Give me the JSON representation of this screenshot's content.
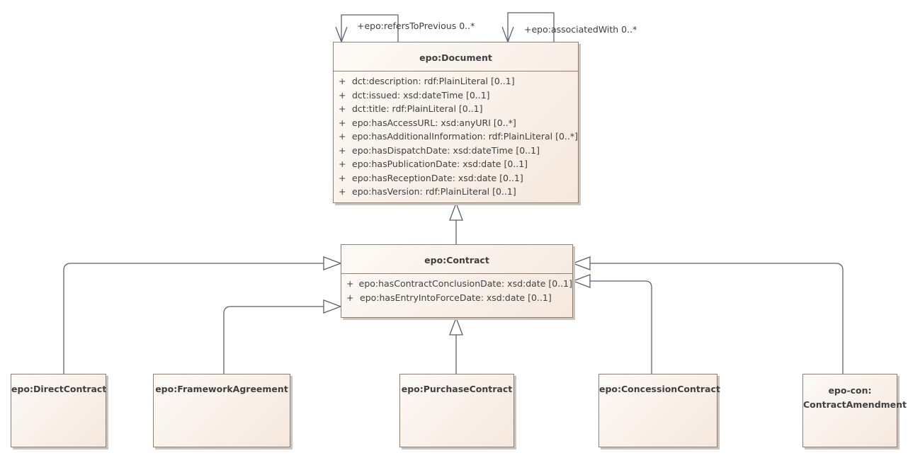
{
  "document": {
    "name": "epo:Document",
    "attributes": [
      {
        "vis": "+",
        "text": "dct:description: rdf:PlainLiteral [0..1]"
      },
      {
        "vis": "+",
        "text": "dct:issued: xsd:dateTime [0..1]"
      },
      {
        "vis": "+",
        "text": "dct:title: rdf:PlainLiteral [0..1]"
      },
      {
        "vis": "+",
        "text": "epo:hasAccessURL: xsd:anyURI [0..*]"
      },
      {
        "vis": "+",
        "text": "epo:hasAdditionalInformation: rdf:PlainLiteral [0..*]"
      },
      {
        "vis": "+",
        "text": "epo:hasDispatchDate: xsd:dateTime [0..1]"
      },
      {
        "vis": "+",
        "text": "epo:hasPublicationDate: xsd:date [0..1]"
      },
      {
        "vis": "+",
        "text": "epo:hasReceptionDate: xsd:date [0..1]"
      },
      {
        "vis": "+",
        "text": "epo:hasVersion: rdf:PlainLiteral [0..1]"
      }
    ],
    "self_associations": [
      "+epo:refersToPrevious 0..*",
      "+epo:associatedWith 0..*"
    ]
  },
  "contract": {
    "name": "epo:Contract",
    "attributes": [
      {
        "vis": "+",
        "text": "epo:hasContractConclusionDate: xsd:date [0..1]"
      },
      {
        "vis": "+",
        "text": "epo:hasEntryIntoForceDate: xsd:date [0..1]"
      }
    ]
  },
  "subclasses": {
    "direct": "epo:DirectContract",
    "framework": "epo:FrameworkAgreement",
    "purchase": "epo:PurchaseContract",
    "concession": "epo:ConcessionContract",
    "amendment_line1": "epo-con:",
    "amendment_line2": "ContractAmendment"
  },
  "colors": {
    "line": "#5d5f73",
    "border": "#8f8072",
    "fill": "#f5e8de"
  }
}
